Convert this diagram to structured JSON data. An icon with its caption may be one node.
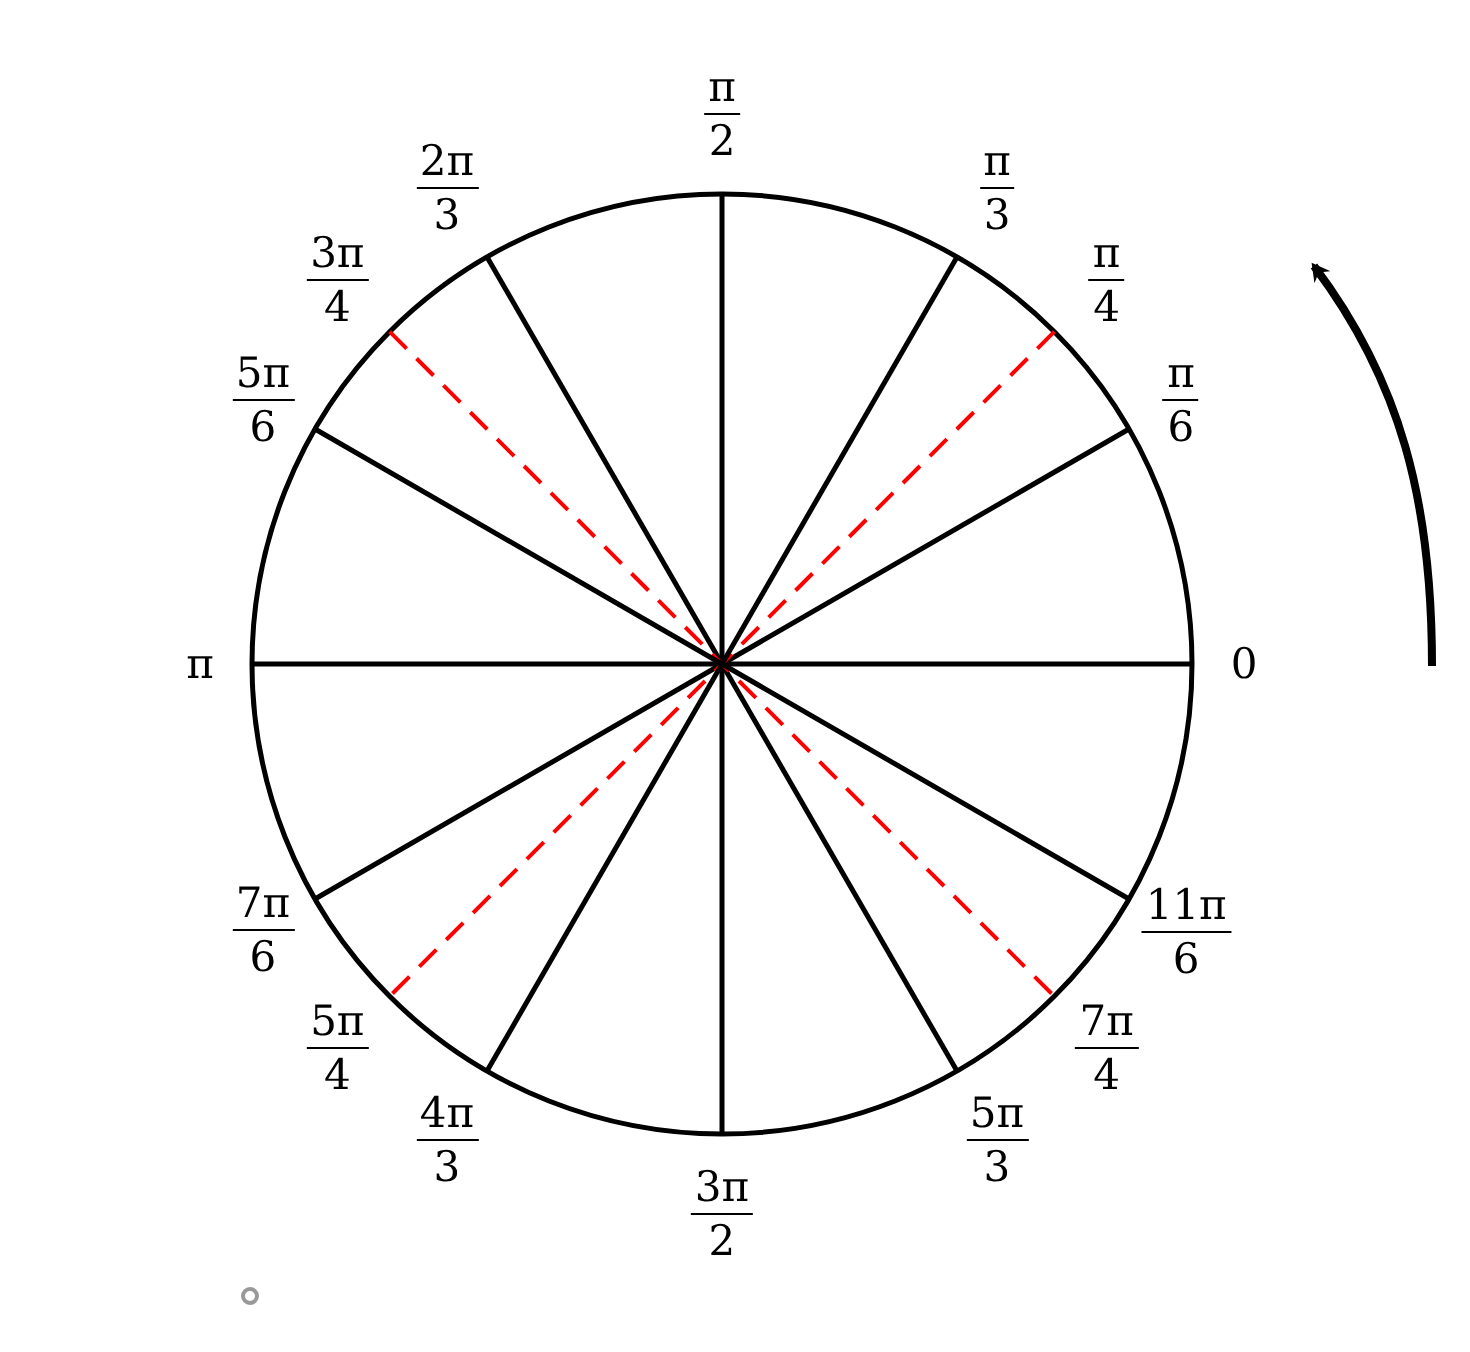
{
  "diagram": {
    "labels": [
      "0",
      "π/6",
      "π/4",
      "π/3",
      "π/2",
      "2π/3",
      "3π/4",
      "5π/6",
      "π",
      "7π/6",
      "5π/4",
      "4π/3",
      "3π/2",
      "5π/3",
      "7π/4",
      "11π/6"
    ]
  }
}
